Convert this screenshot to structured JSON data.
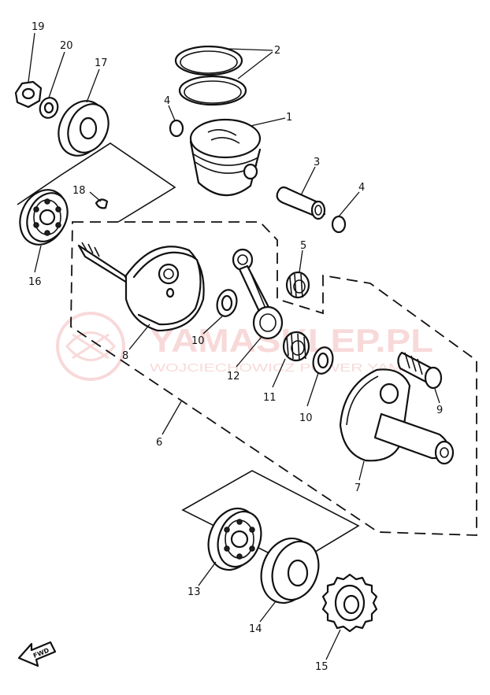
{
  "diagram": {
    "callouts": [
      {
        "id": "1",
        "text": "1"
      },
      {
        "id": "2",
        "text": "2"
      },
      {
        "id": "3",
        "text": "3"
      },
      {
        "id": "4a",
        "text": "4"
      },
      {
        "id": "4b",
        "text": "4"
      },
      {
        "id": "5",
        "text": "5"
      },
      {
        "id": "6",
        "text": "6"
      },
      {
        "id": "7",
        "text": "7"
      },
      {
        "id": "8",
        "text": "8"
      },
      {
        "id": "9",
        "text": "9"
      },
      {
        "id": "10a",
        "text": "10"
      },
      {
        "id": "10b",
        "text": "10"
      },
      {
        "id": "11",
        "text": "11"
      },
      {
        "id": "12",
        "text": "12"
      },
      {
        "id": "13",
        "text": "13"
      },
      {
        "id": "14",
        "text": "14"
      },
      {
        "id": "15",
        "text": "15"
      },
      {
        "id": "16",
        "text": "16"
      },
      {
        "id": "17",
        "text": "17"
      },
      {
        "id": "18",
        "text": "18"
      },
      {
        "id": "19",
        "text": "19"
      },
      {
        "id": "20",
        "text": "20"
      }
    ],
    "direction_arrow": {
      "text": "FWD"
    },
    "watermark": {
      "title": "YAMASKLEP.PL",
      "subtitle": "WOJCIECHOWICZ POWER YAMA"
    },
    "colors": {
      "line": "#111111",
      "watermark": "#e05656",
      "background": "#ffffff"
    }
  }
}
